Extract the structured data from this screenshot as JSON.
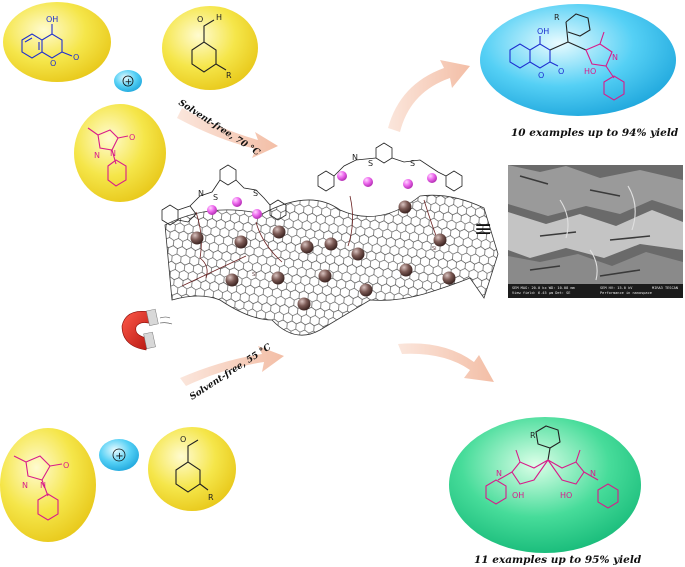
{
  "conditions": {
    "top": "Solvent-free, 70 °C",
    "bottom": "Solvent-free, 55 °C"
  },
  "yields": {
    "top": "10 examples up to 94% yield",
    "bottom": "11 examples up to 95% yield"
  },
  "atoms": {
    "oh": "OH",
    "ho": "HO",
    "o": "O",
    "h": "H",
    "r": "R",
    "n": "N",
    "s": "S"
  },
  "symbols": {
    "plus": "+",
    "equals": "≡"
  },
  "sem": {
    "line1": "SEM MAG: 20.0 kx   WD: 10.08 mm",
    "line2": "View field: 6.45 μm   Det: SE",
    "line3": "SEM HV: 15.0 kV",
    "line4": "Performance in nanospace",
    "brand": "MIRA3 TESCAN"
  },
  "colors": {
    "yellow_bubble": "#f3e23a",
    "cyan_bubble": "#27b3e2",
    "green_bubble": "#22c98a",
    "arrow": "#f5c9b5",
    "blue_structure": "#1e2fd0",
    "pink_structure": "#d81b8a",
    "magnet_red": "#d9231b",
    "nanoparticle": "#6b4a45",
    "catalyst_pink": "#e66be6"
  }
}
